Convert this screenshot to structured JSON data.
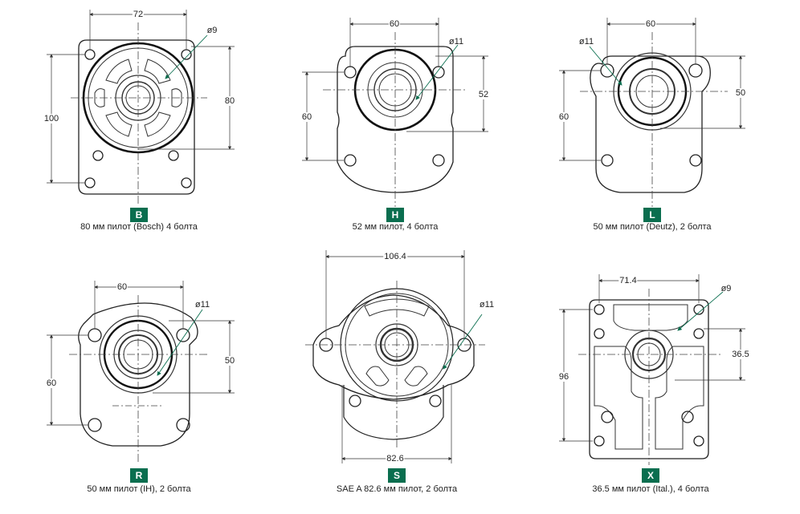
{
  "panels": [
    {
      "code": "B",
      "caption": "80 мм пилот (Bosch) 4 болта",
      "dims": {
        "top": "72",
        "left": "100",
        "right": "80",
        "hole": "ø9"
      }
    },
    {
      "code": "H",
      "caption": "52 мм пилот, 4 болта",
      "dims": {
        "top": "60",
        "left": "60",
        "right": "52",
        "hole": "ø11"
      }
    },
    {
      "code": "L",
      "caption": "50 мм пилот (Deutz), 2 болта",
      "dims": {
        "top": "60",
        "left": "60",
        "right": "50",
        "hole": "ø11"
      }
    },
    {
      "code": "R",
      "caption": "50 мм пилот (IH), 2 болта",
      "dims": {
        "top": "60",
        "left": "60",
        "right": "50",
        "hole": "ø11"
      }
    },
    {
      "code": "S",
      "caption": "SAE A 82.6 мм пилот, 2 болта",
      "dims": {
        "top": "106.4",
        "bottom": "82.6",
        "hole": "ø11"
      }
    },
    {
      "code": "X",
      "caption": "36.5 мм пилот (Ital.), 4 болта",
      "dims": {
        "top": "71.4",
        "left": "96",
        "right": "36.5",
        "hole": "ø9"
      }
    }
  ]
}
